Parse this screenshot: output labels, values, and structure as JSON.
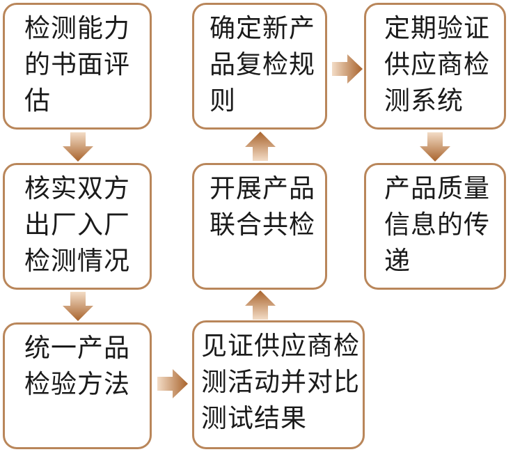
{
  "colors": {
    "border": "#b9865a",
    "arrow_top": "#f3dcc6",
    "arrow_bottom": "#a8632c",
    "text": "#1a1a1a"
  },
  "steps": {
    "s1": "检测能力的书面评估",
    "s2": "核实双方出厂入厂检测情况",
    "s3": "统一产品检验方法",
    "s4": "确定新产品复检规则",
    "s5": "开展产品联合共检",
    "s6": "见证供应商检测活动并对比测试结果",
    "s7": "定期验证供应商检测系统",
    "s8": "产品质量信息的传递"
  },
  "icons": {
    "arrow": "block-arrow"
  }
}
